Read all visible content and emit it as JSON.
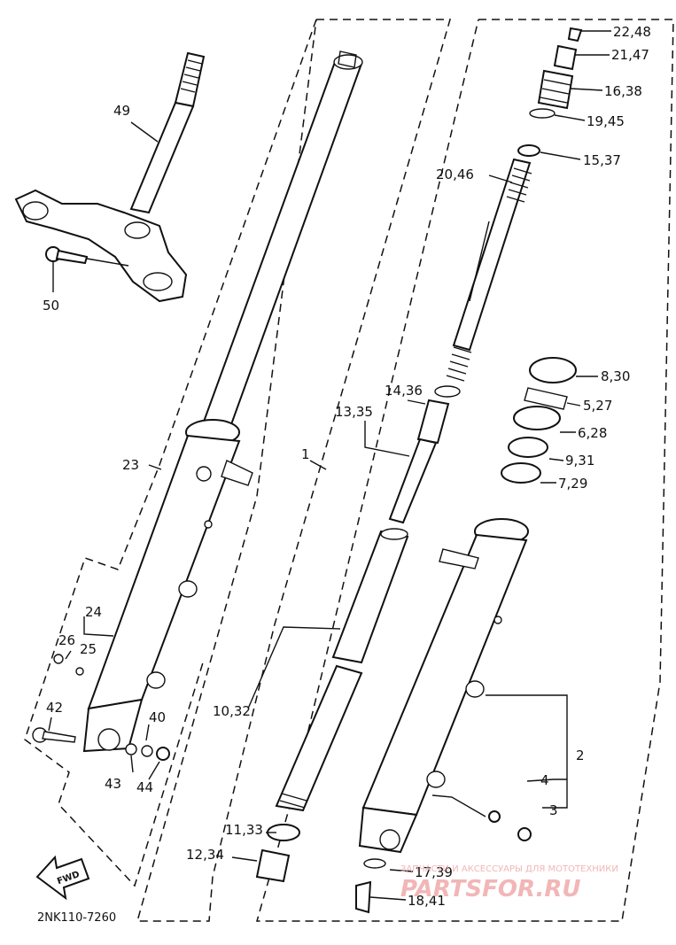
{
  "diagram_code": "2NK110-7260",
  "direction_label": "FWD",
  "watermark": {
    "tagline": "ЗАПЧАСТИ И АКСЕССУАРЫ ДЛЯ МОТОТЕХНИКИ",
    "brand": "PARTSFOR.RU"
  },
  "callouts": {
    "c1": "1",
    "c2": "2",
    "c3": "3",
    "c4": "4",
    "c5": "5,27",
    "c6": "6,28",
    "c7": "7,29",
    "c8": "8,30",
    "c9": "9,31",
    "c10": "10,32",
    "c11": "11,33",
    "c12": "12,34",
    "c13": "13,35",
    "c14": "14,36",
    "c15": "15,37",
    "c16": "16,38",
    "c17": "17,39",
    "c18": "18,41",
    "c19": "19,45",
    "c20": "20,46",
    "c21": "21,47",
    "c22": "22,48",
    "c23": "23",
    "c24": "24",
    "c25": "25",
    "c26": "26",
    "c40": "40",
    "c42": "42",
    "c43": "43",
    "c44": "44",
    "c49": "49",
    "c50": "50"
  }
}
